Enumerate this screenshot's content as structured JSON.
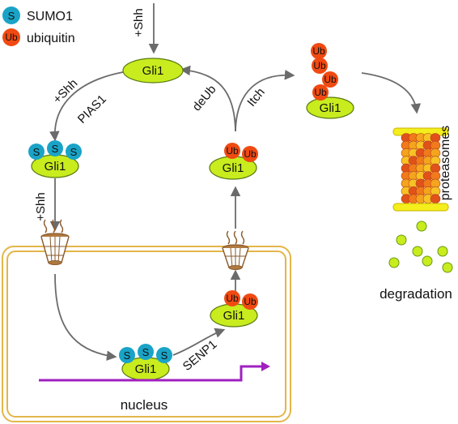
{
  "legend": {
    "sumo_symbol": "S",
    "sumo_label": "SUMO1",
    "ub_symbol": "Ub",
    "ub_label": "ubiquitin"
  },
  "protein": "Gli1",
  "labels": {
    "shh_top": "+Shh",
    "shh_left": "+Shh",
    "shh_mid": "+Shh",
    "pias1": "PIAS1",
    "deub": "deUb",
    "itch": "Itch",
    "senp1": "SENP1",
    "proteasomes": "proteasomes",
    "degradation": "degradation",
    "nucleus": "nucleus"
  },
  "colors": {
    "gli1": "#c8ec1e",
    "sumo": "#1aa3c7",
    "ubiquitin": "#f04a12",
    "nucleus_border": "#e3b64a",
    "arrow": "#6b6b6b",
    "promoter": "#a020c0",
    "proteasome_cap": "#f4ee1c",
    "pore": "#8a5a2b"
  }
}
